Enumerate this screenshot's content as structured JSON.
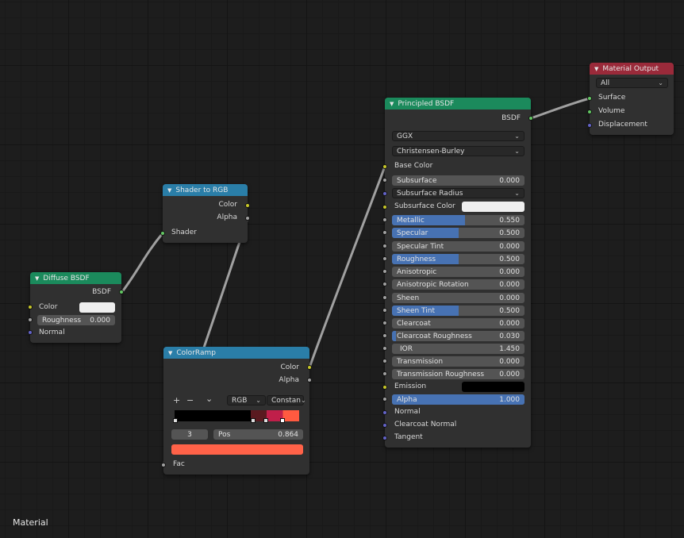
{
  "editor": {
    "context_label": "Material"
  },
  "nodes": {
    "diffuse": {
      "title": "Diffuse BSDF",
      "output": "BSDF",
      "color_label": "Color",
      "color_value": "#efefef",
      "roughness_label": "Roughness",
      "roughness_value": "0.000",
      "normal_label": "Normal"
    },
    "shader_to_rgb": {
      "title": "Shader to RGB",
      "out_color": "Color",
      "out_alpha": "Alpha",
      "in_shader": "Shader"
    },
    "colorramp": {
      "title": "ColorRamp",
      "out_color": "Color",
      "out_alpha": "Alpha",
      "add_symbol": "+",
      "remove_symbol": "−",
      "menu_symbol": "⌄",
      "color_mode": "RGB",
      "interpolation": "Constan",
      "stop_index": "3",
      "pos_label": "Pos",
      "pos_value": "0.864",
      "active_color": "#ff6248",
      "fac_label": "Fac"
    },
    "principled": {
      "title": "Principled BSDF",
      "output": "BSDF",
      "distribution": "GGX",
      "subsurface_method": "Christensen-Burley",
      "base_color_label": "Base Color",
      "subsurface_color_label": "Subsurface Color",
      "subsurface_color": "#efefef",
      "subsurface_radius_label": "Subsurface Radius",
      "emission_label": "Emission",
      "emission_color": "#000000",
      "normal_label": "Normal",
      "clearcoat_normal_label": "Clearcoat Normal",
      "tangent_label": "Tangent",
      "params": [
        {
          "label": "Subsurface",
          "value": "0.000",
          "fill": 0
        },
        {
          "label": "Metallic",
          "value": "0.550",
          "fill": 0.55
        },
        {
          "label": "Specular",
          "value": "0.500",
          "fill": 0.5
        },
        {
          "label": "Specular Tint",
          "value": "0.000",
          "fill": 0
        },
        {
          "label": "Roughness",
          "value": "0.500",
          "fill": 0.5
        },
        {
          "label": "Anisotropic",
          "value": "0.000",
          "fill": 0
        },
        {
          "label": "Anisotropic Rotation",
          "value": "0.000",
          "fill": 0
        },
        {
          "label": "Sheen",
          "value": "0.000",
          "fill": 0
        },
        {
          "label": "Sheen Tint",
          "value": "0.500",
          "fill": 0.5
        },
        {
          "label": "Clearcoat",
          "value": "0.000",
          "fill": 0
        },
        {
          "label": "Clearcoat Roughness",
          "value": "0.030",
          "fill": 0.03
        },
        {
          "label": "IOR",
          "value": "1.450",
          "fill": 0
        },
        {
          "label": "Transmission",
          "value": "0.000",
          "fill": 0
        },
        {
          "label": "Transmission Roughness",
          "value": "0.000",
          "fill": 0
        },
        {
          "label": "Alpha",
          "value": "1.000",
          "fill": 1
        }
      ]
    },
    "output": {
      "title": "Material Output",
      "target": "All",
      "in_surface": "Surface",
      "in_volume": "Volume",
      "in_displacement": "Displacement"
    }
  },
  "colors": {
    "shader_header": "#1b8a5c",
    "converter_header": "#2a7ea8",
    "output_header": "#9a2a3a",
    "slider_fill": "#4772b3",
    "link": "#a0a0a0"
  }
}
